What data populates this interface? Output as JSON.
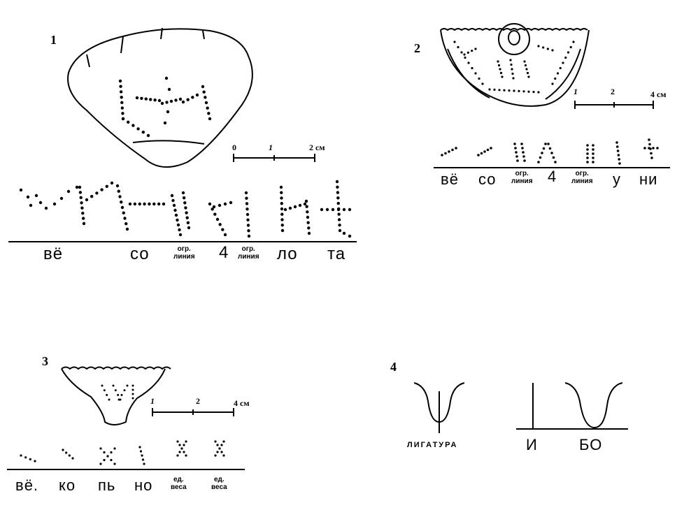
{
  "figures": [
    {
      "number": "1",
      "scale": [
        "0",
        "1",
        "2 см"
      ],
      "syllables": [
        "вё",
        "со",
        "огр.\nлиния",
        "4",
        "огр.\nлиния",
        "ло",
        "та"
      ]
    },
    {
      "number": "2",
      "scale": [
        "1",
        "2",
        "4 см"
      ],
      "syllables": [
        "вё",
        "со",
        "огр.\nлиния",
        "4",
        "огр.\nлиния",
        "у",
        "ни"
      ]
    },
    {
      "number": "3",
      "scale": [
        "1",
        "2",
        "4 см"
      ],
      "syllables": [
        "вё.",
        "ко",
        "пь",
        "но",
        "ед.\nвеса",
        "ед.\nвеса"
      ]
    },
    {
      "number": "4",
      "ligature_label": "ЛИГАТУРА",
      "syllables": [
        "И",
        "БО"
      ]
    }
  ],
  "colors": {
    "ink": "#000000",
    "paper": "#ffffff"
  }
}
